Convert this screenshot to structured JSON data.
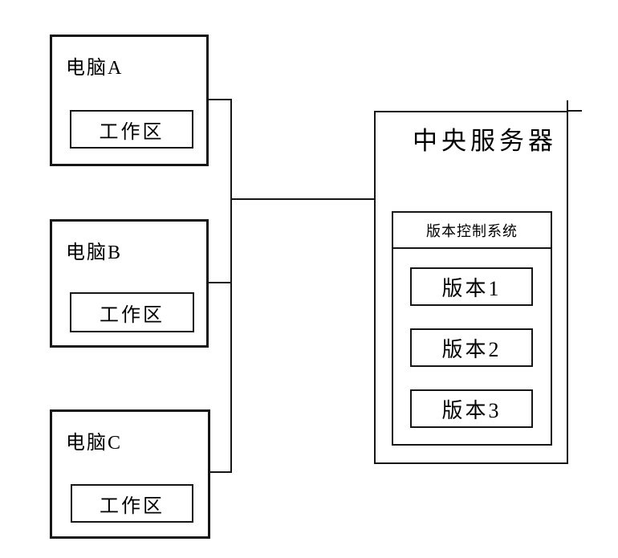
{
  "diagram": {
    "computers": [
      {
        "label": "电脑A",
        "workspace": "工作区"
      },
      {
        "label": "电脑B",
        "workspace": "工作区"
      },
      {
        "label": "电脑C",
        "workspace": "工作区"
      }
    ],
    "server": {
      "label": "中央服务器",
      "vcs": {
        "label": "版本控制系统",
        "versions": [
          "版本1",
          "版本2",
          "版本3"
        ]
      }
    },
    "colors": {
      "line": "#161616",
      "background": "#ffffff",
      "text": "#000000"
    }
  }
}
